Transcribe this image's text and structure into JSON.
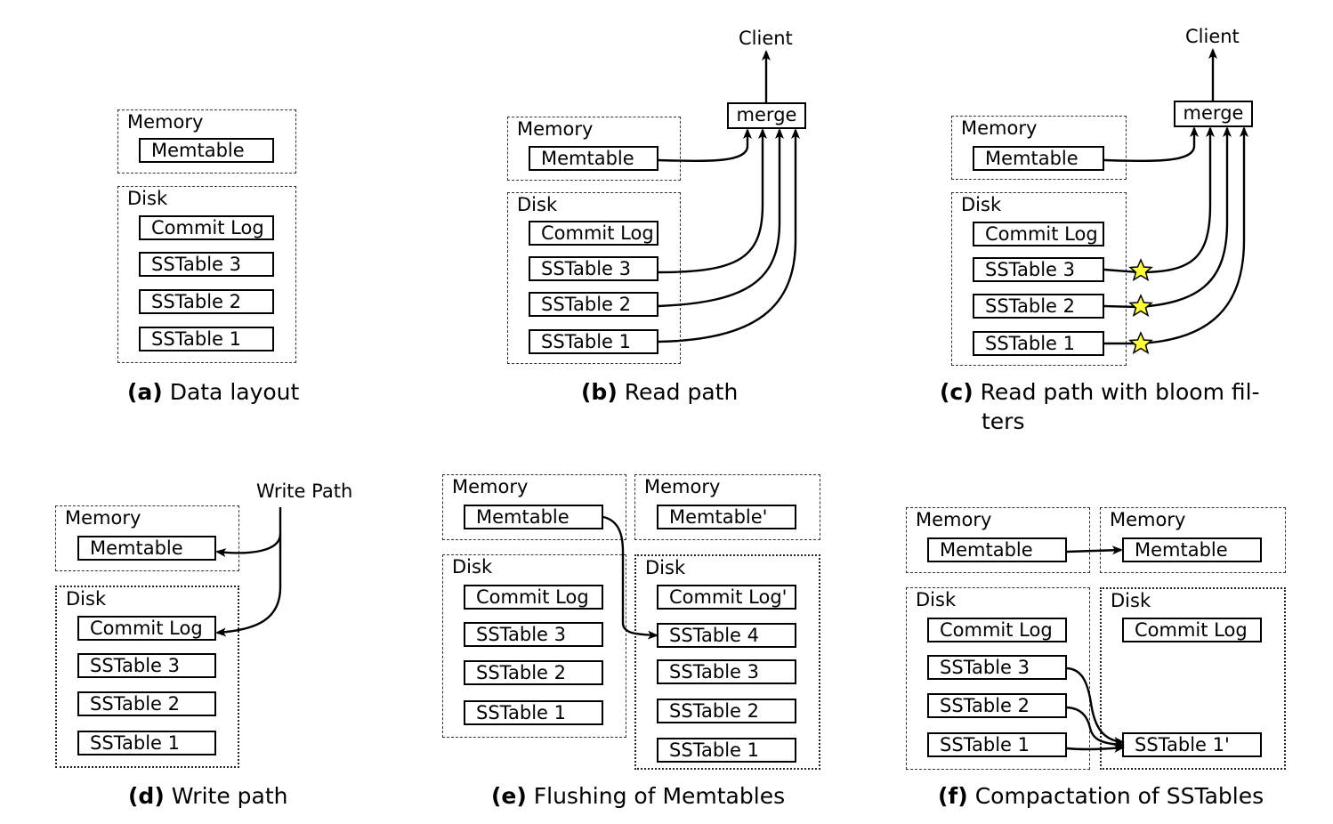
{
  "labels": {
    "memory": "Memory",
    "disk": "Disk",
    "memtable": "Memtable",
    "memtable_prime": "Memtable'",
    "commit_log": "Commit Log",
    "commit_log_prime": "Commit Log'",
    "sstable_1": "SSTable 1",
    "sstable_2": "SSTable 2",
    "sstable_3": "SSTable 3",
    "sstable_4": "SSTable 4",
    "sstable_1_prime": "SSTable 1'",
    "merge": "merge",
    "client": "Client",
    "write_path": "Write Path"
  },
  "captions": {
    "a": {
      "letter": "(a)",
      "text": "Data layout"
    },
    "b": {
      "letter": "(b)",
      "text": "Read path"
    },
    "c": {
      "letter": "(c)",
      "text": "Read path with bloom fil-",
      "text2": "ters"
    },
    "d": {
      "letter": "(d)",
      "text": "Write path"
    },
    "e": {
      "letter": "(e)",
      "text": "Flushing of Memtables"
    },
    "f": {
      "letter": "(f)",
      "text": "Compactation of SSTables"
    }
  },
  "colors": {
    "bloom_star": "#ffff33",
    "line": "#000000"
  }
}
